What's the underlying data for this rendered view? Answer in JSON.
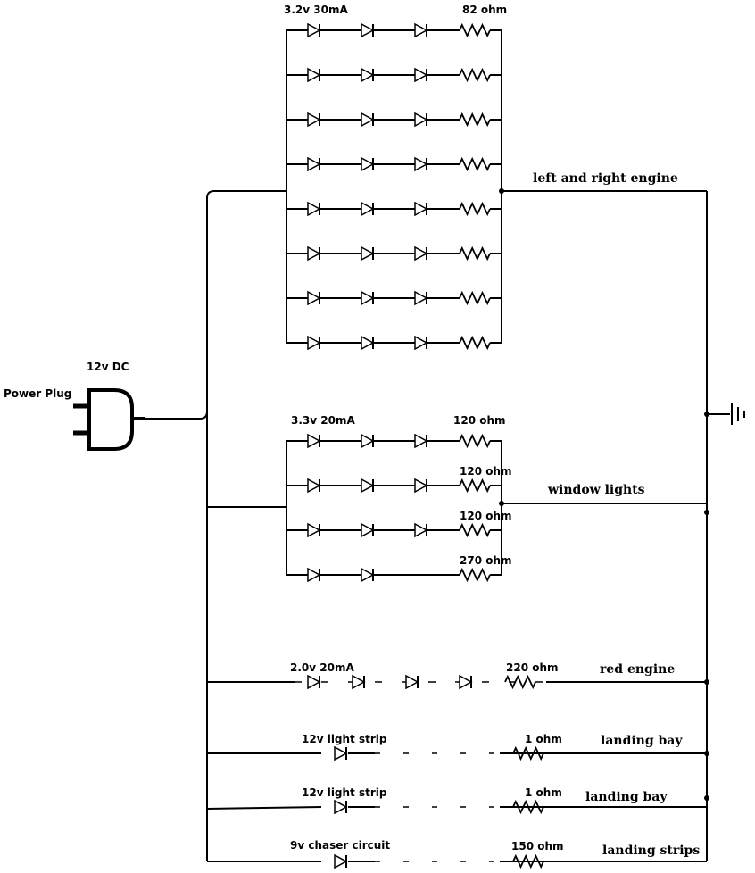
{
  "power": {
    "voltage_label": "12v DC",
    "plug_label": "Power Plug"
  },
  "engine_bank": {
    "spec_label": "3.2v  30mA",
    "resistor_label": "82 ohm",
    "title": "left and right engine",
    "rows": 8,
    "leds_per_row": 3
  },
  "window_bank": {
    "spec_label": "3.3v  20mA",
    "title": "window lights",
    "rows": [
      {
        "resistor_label": "120 ohm",
        "leds": 3
      },
      {
        "resistor_label": "120 ohm",
        "leds": 3
      },
      {
        "resistor_label": "120 ohm",
        "leds": 3
      },
      {
        "resistor_label": "270 ohm",
        "leds": 2
      }
    ]
  },
  "branches": [
    {
      "spec_label": "2.0v  20mA",
      "resistor_label": "220 ohm",
      "title": "red engine",
      "leds": 4
    },
    {
      "spec_label": "12v light strip",
      "resistor_label": "1 ohm",
      "title": "landing bay",
      "leds": 1
    },
    {
      "spec_label": "12v light strip",
      "resistor_label": "1 ohm",
      "title": "landing bay",
      "leds": 1
    },
    {
      "spec_label": "9v chaser circuit",
      "resistor_label": "150 ohm",
      "title": "landing strips",
      "leds": 1
    }
  ]
}
